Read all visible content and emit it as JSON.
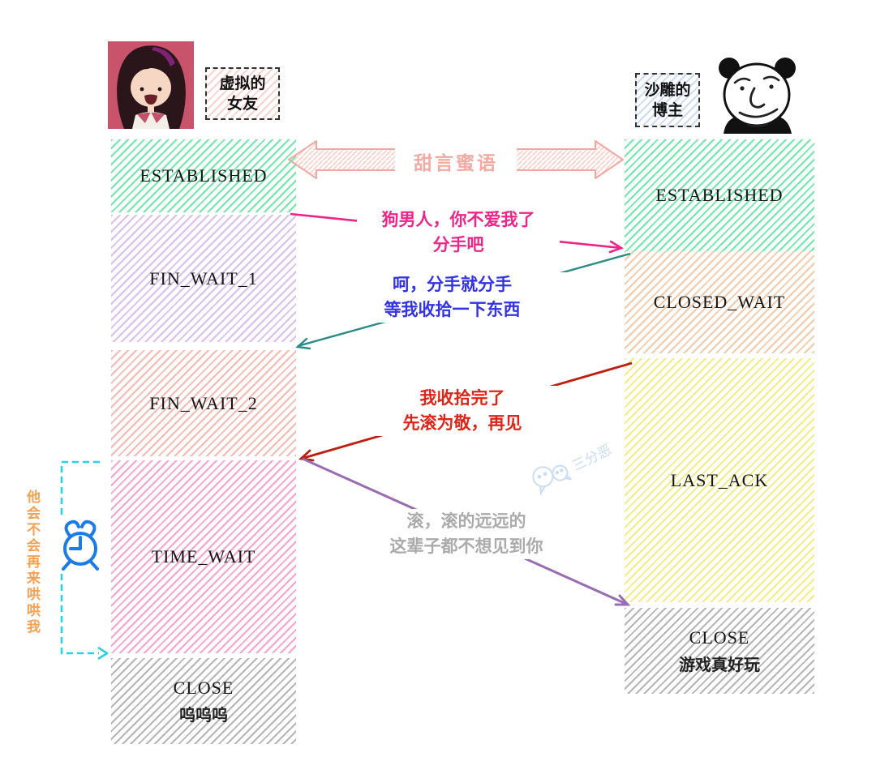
{
  "left_actor": {
    "label_line1": "虚拟的",
    "label_line2": "女友"
  },
  "right_actor": {
    "label_line1": "沙雕的",
    "label_line2": "博主"
  },
  "top_banner": {
    "label": "甜言蜜语",
    "color": "#f3aaa2"
  },
  "left_states": [
    {
      "name": "ESTABLISHED",
      "sub": ""
    },
    {
      "name": "FIN_WAIT_1",
      "sub": ""
    },
    {
      "name": "FIN_WAIT_2",
      "sub": ""
    },
    {
      "name": "TIME_WAIT",
      "sub": ""
    },
    {
      "name": "CLOSE",
      "sub": "呜呜呜"
    }
  ],
  "right_states": [
    {
      "name": "ESTABLISHED",
      "sub": ""
    },
    {
      "name": "CLOSED_WAIT",
      "sub": ""
    },
    {
      "name": "LAST_ACK",
      "sub": ""
    },
    {
      "name": "CLOSE",
      "sub": "游戏真好玩"
    }
  ],
  "messages": [
    {
      "line1": "狗男人，你不爱我了",
      "line2": "分手吧",
      "color": "#ef2489"
    },
    {
      "line1": "呵，分手就分手",
      "line2": "等我收拾一下东西",
      "color": "#3232e6"
    },
    {
      "line1": "我收拾完了",
      "line2": "先滚为敬，再见",
      "color": "#e02518"
    },
    {
      "line1": "滚，滚的远远的",
      "line2": "这辈子都不想见到你",
      "color": "#ababab"
    }
  ],
  "arrows": [
    {
      "name": "fin-from-girlfriend",
      "color": "#ef2489"
    },
    {
      "name": "ack-from-blogger",
      "color": "#2b8b87"
    },
    {
      "name": "fin-from-blogger",
      "color": "#bf1d10"
    },
    {
      "name": "ack-from-girlfriend",
      "color": "#9a6cb4"
    }
  ],
  "timer": {
    "note": "他会不会再来哄哄我",
    "note_color": "#f6a052",
    "bracket_color": "#29d3e4",
    "clock_color": "#1b7ce8"
  },
  "watermark": {
    "text": "三分恶",
    "color": "#c9ddf3"
  },
  "icons": {
    "alarm-clock-icon": "⏰",
    "wechat-icon": "💬"
  },
  "colors": {
    "hatch_green": "#66e8a6",
    "hatch_lavender": "#cfa9ea",
    "hatch_salmon": "#f59a92",
    "hatch_pink": "#f583c0",
    "hatch_gray": "#969696",
    "hatch_tan": "#edb483",
    "hatch_yellow": "#f3e96e",
    "girl_bg": "#c9536b"
  }
}
